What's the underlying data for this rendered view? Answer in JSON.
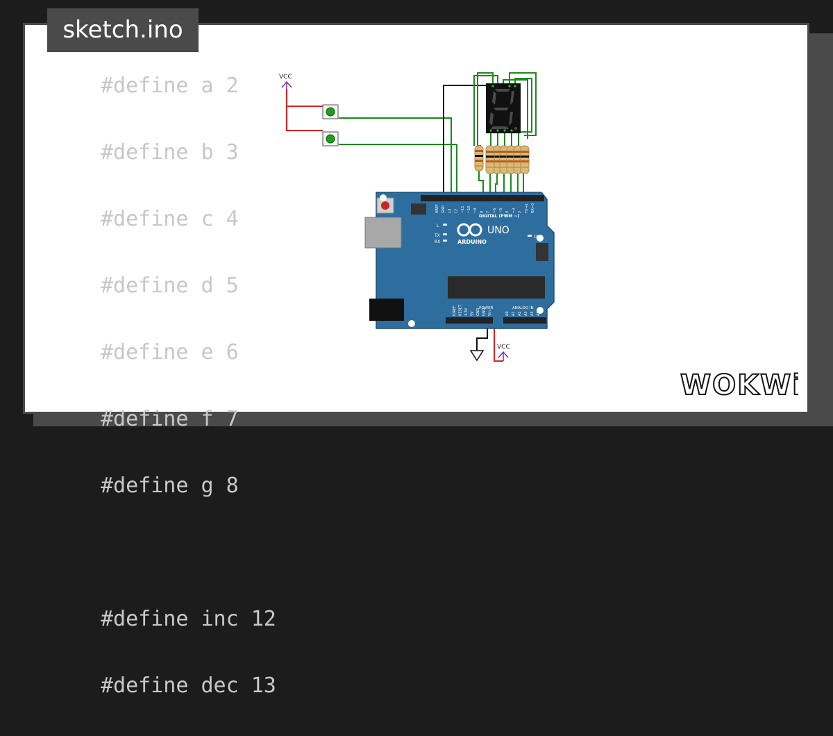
{
  "tab": {
    "title": "sketch.ino"
  },
  "code": {
    "lines": [
      "#define a 2",
      "#define b 3",
      "#define c 4",
      "#define d 5",
      "#define e 6",
      "#define f 7",
      "#define g 8",
      "",
      "#define inc 12",
      "#define dec 13"
    ]
  },
  "diagram": {
    "vcc_top": "VCC",
    "vcc_bottom": "VCC",
    "board_brand": "ARDUINO",
    "board_model": "UNO",
    "digital_header": "DIGITAL (PWM ~)",
    "power_header": "POWER",
    "analog_header": "ANALOG IN",
    "led_l": "L",
    "led_tx": "TX",
    "led_rx": "RX",
    "led_on": "ON",
    "digital_pins": [
      "AREF",
      "GND",
      "13",
      "12",
      "~11",
      "~10",
      "~9",
      "8",
      "7",
      "~6",
      "~5",
      "4",
      "~3",
      "2",
      "TX→1",
      "RX←0"
    ],
    "power_pins": [
      "IOREF",
      "RESET",
      "3.3V",
      "5V",
      "GND",
      "GND",
      "Vin"
    ],
    "analog_pins": [
      "A0",
      "A1",
      "A2",
      "A3",
      "A4",
      "A5"
    ]
  },
  "brand": {
    "logo": "WOKWi"
  },
  "colors": {
    "background": "#1c1c1c",
    "frame": "#4a4a4a",
    "code_text": "#c8c8c8",
    "board": "#2e6e9e",
    "wire_green": "#1a8a1a",
    "wire_red": "#dd2020",
    "wire_black": "#111111",
    "vcc_purple": "#7b2fb5"
  }
}
